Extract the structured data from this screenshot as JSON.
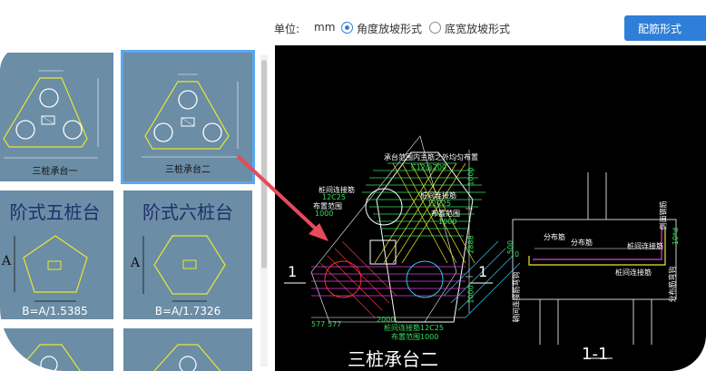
{
  "toolbar": {
    "unit_label": "单位:",
    "unit_value": "mm",
    "options": [
      {
        "label": "角度放坡形式",
        "checked": true
      },
      {
        "label": "底宽放坡形式",
        "checked": false
      }
    ],
    "config_button": "配筋形式"
  },
  "gallery": {
    "items": [
      {
        "caption": "三桩承台一",
        "selected": false
      },
      {
        "caption": "三桩承台二",
        "selected": true
      },
      {
        "title": "阶式五桩台",
        "dim": "A",
        "formula": "B=A/1.5385"
      },
      {
        "title": "阶式六桩台",
        "dim": "A",
        "formula": "B=A/1.7326"
      }
    ]
  },
  "drawing": {
    "title": "三桩承台二",
    "section_title": "1-1",
    "section_mark_left": "1",
    "section_mark_right": "1",
    "notes": {
      "top_note": "承台范围内主筋之外均匀布置",
      "top_rebar": "C12@200",
      "left_rebar_1": "桩间连接筋",
      "left_rebar_2": "12C25",
      "left_range": "布置范围",
      "left_range_value": "1000",
      "mid_rebar": "桩间连接筋",
      "mid_spec": "12C25",
      "mid_range": "布置范围",
      "mid_range_value": "1000",
      "bottom_rebar": "桩间连接筋12C25",
      "bottom_range": "布置范围1000",
      "dim_v1": "1000",
      "dim_v2": "2888",
      "dim_v3": "1000",
      "dim_h1": "577",
      "dim_h2": "577",
      "dim_h3": "2000",
      "sec_dist_1": "分布筋",
      "sec_dist_2": "分布筋",
      "sec_pile": "桩间连接筋",
      "sec_pile_2": "桩间连接筋",
      "sec_side": "侧面钢筋",
      "sec_left_v": "朝间连接筋弯钩",
      "sec_right_v": "分布筋弯钩",
      "sec_500": "500",
      "sec_0": "0",
      "sec_10d": "10*d"
    }
  }
}
